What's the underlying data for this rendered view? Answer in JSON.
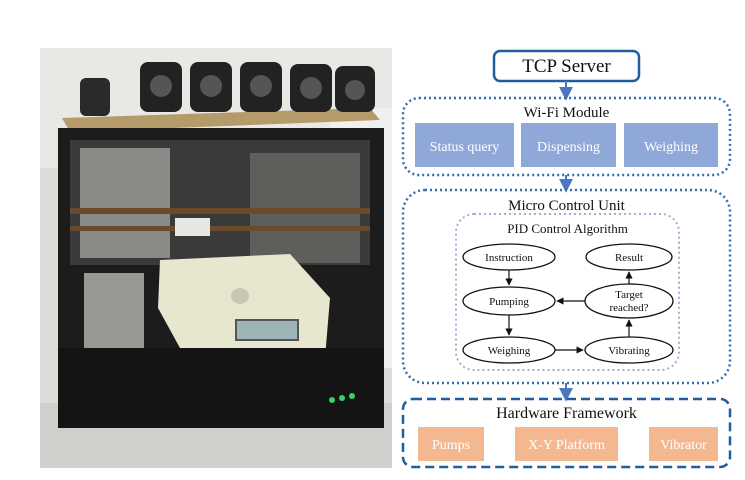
{
  "tcp_server": {
    "label": "TCP Server"
  },
  "wifi_module": {
    "title": "Wi-Fi Module",
    "items": [
      "Status query",
      "Dispensing",
      "Weighing"
    ]
  },
  "mcu": {
    "title": "Micro Control Unit",
    "pid": {
      "title": "PID Control Algorithm",
      "nodes": {
        "instruction": "Instruction",
        "result": "Result",
        "pumping": "Pumping",
        "target_line1": "Target",
        "target_line2": "reached?",
        "weighing": "Weighing",
        "vibrating": "Vibrating"
      }
    }
  },
  "hardware": {
    "title": "Hardware Framework",
    "items": [
      "Pumps",
      "X-Y Platform",
      "Vibrator"
    ]
  },
  "colors": {
    "blue_dark": "#1f5f9e",
    "blue_dotted": "#2f6fae",
    "blue_box": "#8fa8d8",
    "orange_box": "#f3b890",
    "arrow": "#4a78c0",
    "inner_dotted": "#9db1d4"
  }
}
